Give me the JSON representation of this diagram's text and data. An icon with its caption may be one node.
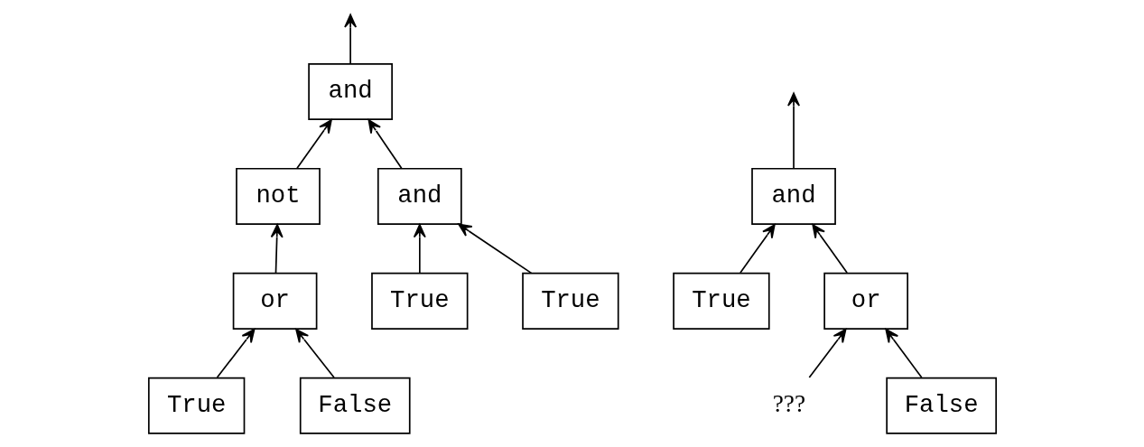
{
  "diagram": {
    "nodes": [
      {
        "text": [
          "and"
        ]
      },
      {
        "text": [
          "not"
        ]
      },
      {
        "text": [
          "or"
        ]
      },
      {
        "text": [
          "True"
        ]
      },
      {
        "text": [
          "False"
        ]
      },
      {
        "text": [
          "and"
        ]
      },
      {
        "text": [
          "True"
        ]
      },
      {
        "text": [
          "True"
        ]
      },
      {
        "text": [
          "and"
        ]
      },
      {
        "text": [
          "True"
        ]
      },
      {
        "text": [
          "or"
        ]
      },
      {
        "text": [
          "???"
        ]
      },
      {
        "text": [
          "False"
        ]
      }
    ],
    "edges": [
      {
        "from": 0,
        "to": null,
        "arrow": "to"
      },
      {
        "from": 1,
        "to": 0,
        "arrow": "to"
      },
      {
        "from": 5,
        "to": 0,
        "arrow": "to"
      },
      {
        "from": 2,
        "to": 1,
        "arrow": "to"
      },
      {
        "from": 3,
        "to": 2,
        "arrow": "to"
      },
      {
        "from": 4,
        "to": 2,
        "arrow": "to"
      },
      {
        "from": 6,
        "to": 5,
        "arrow": "to"
      },
      {
        "from": 7,
        "to": 5,
        "arrow": "to"
      },
      {
        "from": 8,
        "to": null,
        "arrow": "to"
      },
      {
        "from": 9,
        "to": 8,
        "arrow": "to"
      },
      {
        "from": 10,
        "to": 8,
        "arrow": "to"
      },
      {
        "from": 11,
        "to": 10,
        "arrow": "to"
      },
      {
        "from": 12,
        "to": 10,
        "arrow": "to"
      }
    ]
  }
}
